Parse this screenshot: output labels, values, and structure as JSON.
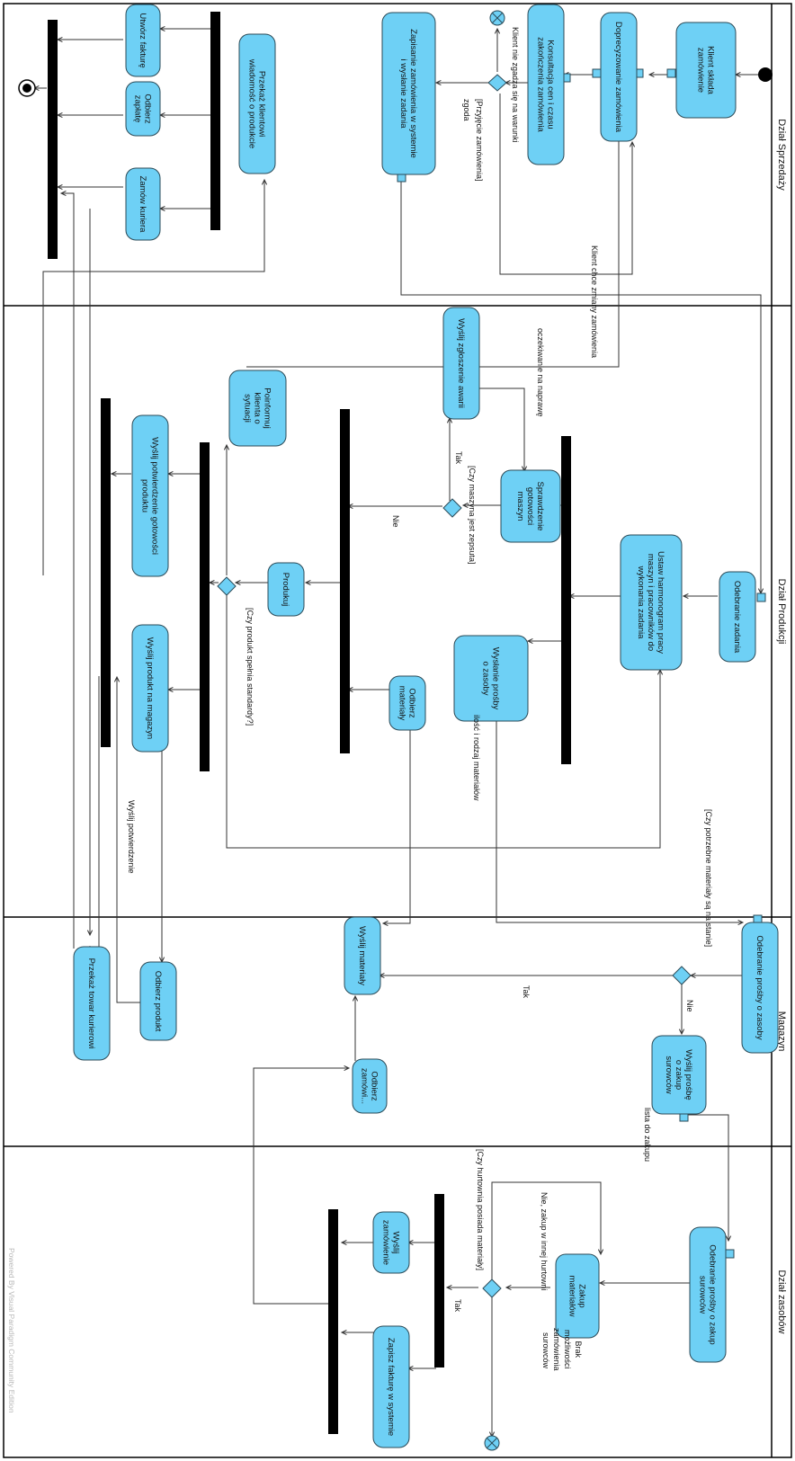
{
  "lanes": [
    "Dział Sprzedaży",
    "Dział Produkcji",
    "Magazyn",
    "Dział zasobów"
  ],
  "activities": {
    "sales": {
      "klient_sklada": [
        "Klient składa",
        "zamówienie"
      ],
      "doprecyzowanie": [
        "Doprecyzowanie zamówienia"
      ],
      "konsultacja": [
        "Konsultacja cen i czasu",
        "zakończenia zamówienia"
      ],
      "zapisanie": [
        "Zapisanie zamówienia w systemie",
        "i wysłanie zadania"
      ],
      "przekaz_klientowi": [
        "Przekaż klientowi",
        "wiadomość o produkcie"
      ],
      "utworz_fakture": [
        "Utwórz fakturę"
      ],
      "odbierz_zaplate": [
        "Odbierz",
        "zapłatę"
      ],
      "zamow_kuriera": [
        "Zamów kuriera"
      ]
    },
    "production": {
      "odebranie_zadania": [
        "Odebranie zadania"
      ],
      "ustaw_harmonogram": [
        "Ustaw harmonogram pracy",
        "maszyn i pracowników do",
        "wykonania zadania"
      ],
      "sprawdzenie": [
        "Sprawdzenie",
        "gotowości",
        "maszyn"
      ],
      "wyslanie_prosby": [
        "Wysłanie prośby",
        "o zasoby"
      ],
      "wyslij_zgloszenie": [
        "Wyślij zgłoszenie awarii"
      ],
      "odbierz_materialy": [
        "Odbierz",
        "materiały"
      ],
      "produkuj": [
        "Produkuj"
      ],
      "poinformuj": [
        "Poinformuj",
        "klienta o",
        "sytuacji"
      ],
      "wyslij_potwierdzenie": [
        "Wyślij potwierdzenie gotowości",
        "produktu"
      ],
      "wyslij_produkt": [
        "Wyślij produkt na magazyn"
      ]
    },
    "warehouse": {
      "odebranie_prosby": [
        "Odebranie prośby o zasoby"
      ],
      "wyslij_prosbe": [
        "Wyślij prośbę",
        "o zakup",
        "surowców"
      ],
      "wyslij_materialy": [
        "Wyślij materiały"
      ],
      "odbierz_zamow": [
        "Odbierz",
        "zamówi..."
      ],
      "odbierz_produkt": [
        "Odbierz produkt"
      ],
      "przekaz_towar": [
        "Przekaż towar kurierowi"
      ]
    },
    "resources": {
      "odebranie_prosby_zakup": [
        "Odebranie prośby o zakup",
        "surowców"
      ],
      "zakup_materialow": [
        "Zakup",
        "materiałów"
      ],
      "wyslij_zamowienie": [
        "Wyślij",
        "zamówienie"
      ],
      "zapisz_fakture": [
        "Zapisz fakturę w systemie"
      ]
    }
  },
  "guards": {
    "przyjecie": "[Przyjęcie zamówienia]",
    "zgoda": "zgoda",
    "klient_nie_zgadza": "Klient nie zgadza się na warunki",
    "klient_chce_zmiany": "Klient chce zmiany zamówienia",
    "oczekiwanie": "oczekiwanie na naprawę",
    "czy_maszyna": "[Czy maszyna jest zepsuta]",
    "tak1": "Tak",
    "nie1": "Nie",
    "czy_produkt": "[Czy produkt spełnia standardy?]",
    "ilosc_rodzaj": "ilość i rodzaj materiałów",
    "czy_potrzebne": "[Czy potrzebne materiały są na stanie]",
    "tak2": "Tak",
    "nie2": "Nie",
    "wyslij_potw": "Wyślij potwierdzenie",
    "lista_zakupu": "lista do zakupu",
    "czy_hurtownia": "[Czy hurtownia posiada materiały]",
    "nie_zakup": "Nie, zakup w innej hurtowni",
    "tak3": "Tak",
    "brak": [
      "Brak",
      "możliwości",
      "zamówienia",
      "surowców"
    ]
  },
  "credit": "Powered By Visual Paradigm Community Edition"
}
